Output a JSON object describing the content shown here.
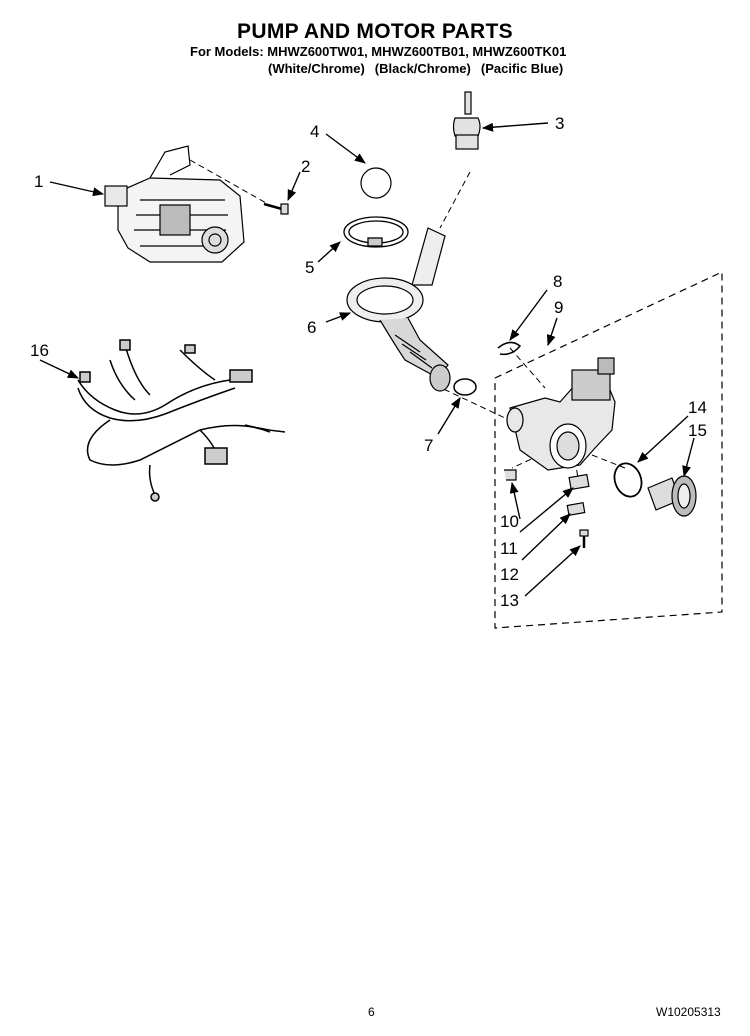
{
  "header": {
    "title": "PUMP AND MOTOR PARTS",
    "models_line": "For Models: MHWZ600TW01, MHWZ600TB01, MHWZ600TK01",
    "variants": [
      "(White/Chrome)",
      "(Black/Chrome)",
      "(Pacific Blue)"
    ]
  },
  "callouts": [
    "1",
    "2",
    "3",
    "4",
    "5",
    "6",
    "7",
    "8",
    "9",
    "10",
    "11",
    "12",
    "13",
    "14",
    "15",
    "16"
  ],
  "footer": {
    "page_number": "6",
    "document_id": "W10205313"
  }
}
